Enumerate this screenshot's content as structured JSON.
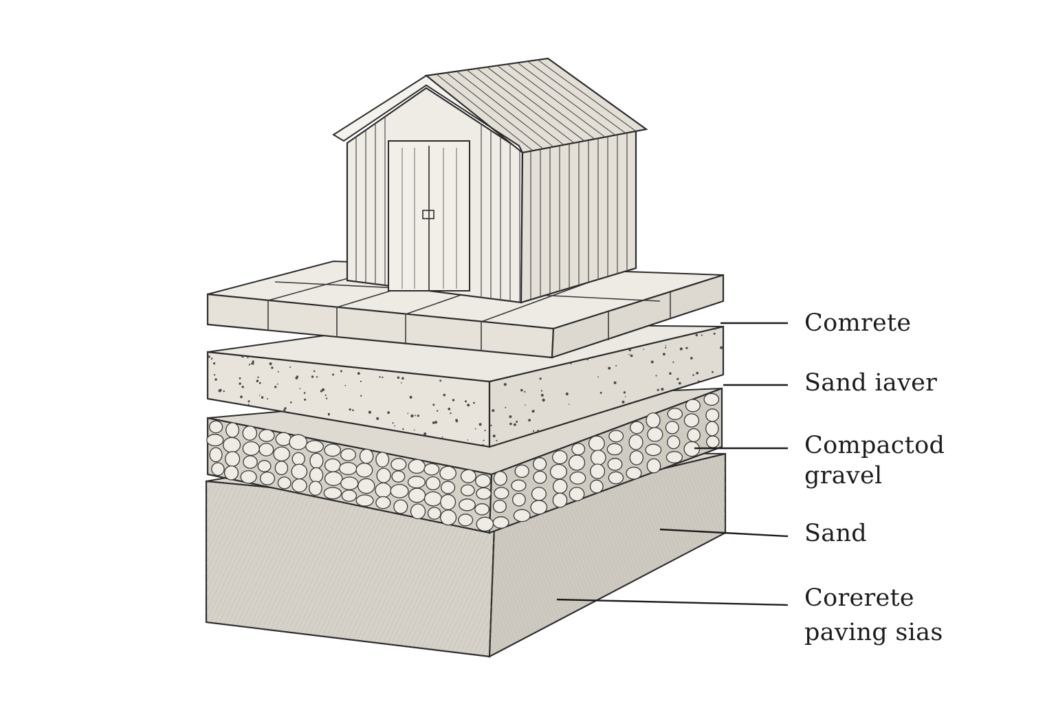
{
  "labels": [
    {
      "id": "top-concrete",
      "lines": [
        "Comrete"
      ]
    },
    {
      "id": "sand-layer",
      "lines": [
        "Sand iaver"
      ]
    },
    {
      "id": "compacted-gravel",
      "lines": [
        "Compactod",
        "gravel"
      ]
    },
    {
      "id": "sand",
      "lines": [
        "Sand"
      ]
    },
    {
      "id": "concrete-paving-slab",
      "lines": [
        "Corerete",
        "paving sias"
      ]
    }
  ],
  "colors": {
    "ink": "#2b2b2b",
    "paper": "#ffffff",
    "slab_top": "#ebe8e2",
    "slab_side": "#dcd8d0",
    "sand": "#e6e2da",
    "gravel": "#d6d1c7",
    "base": "#d3cfc7",
    "wood": "#eeebe5"
  }
}
